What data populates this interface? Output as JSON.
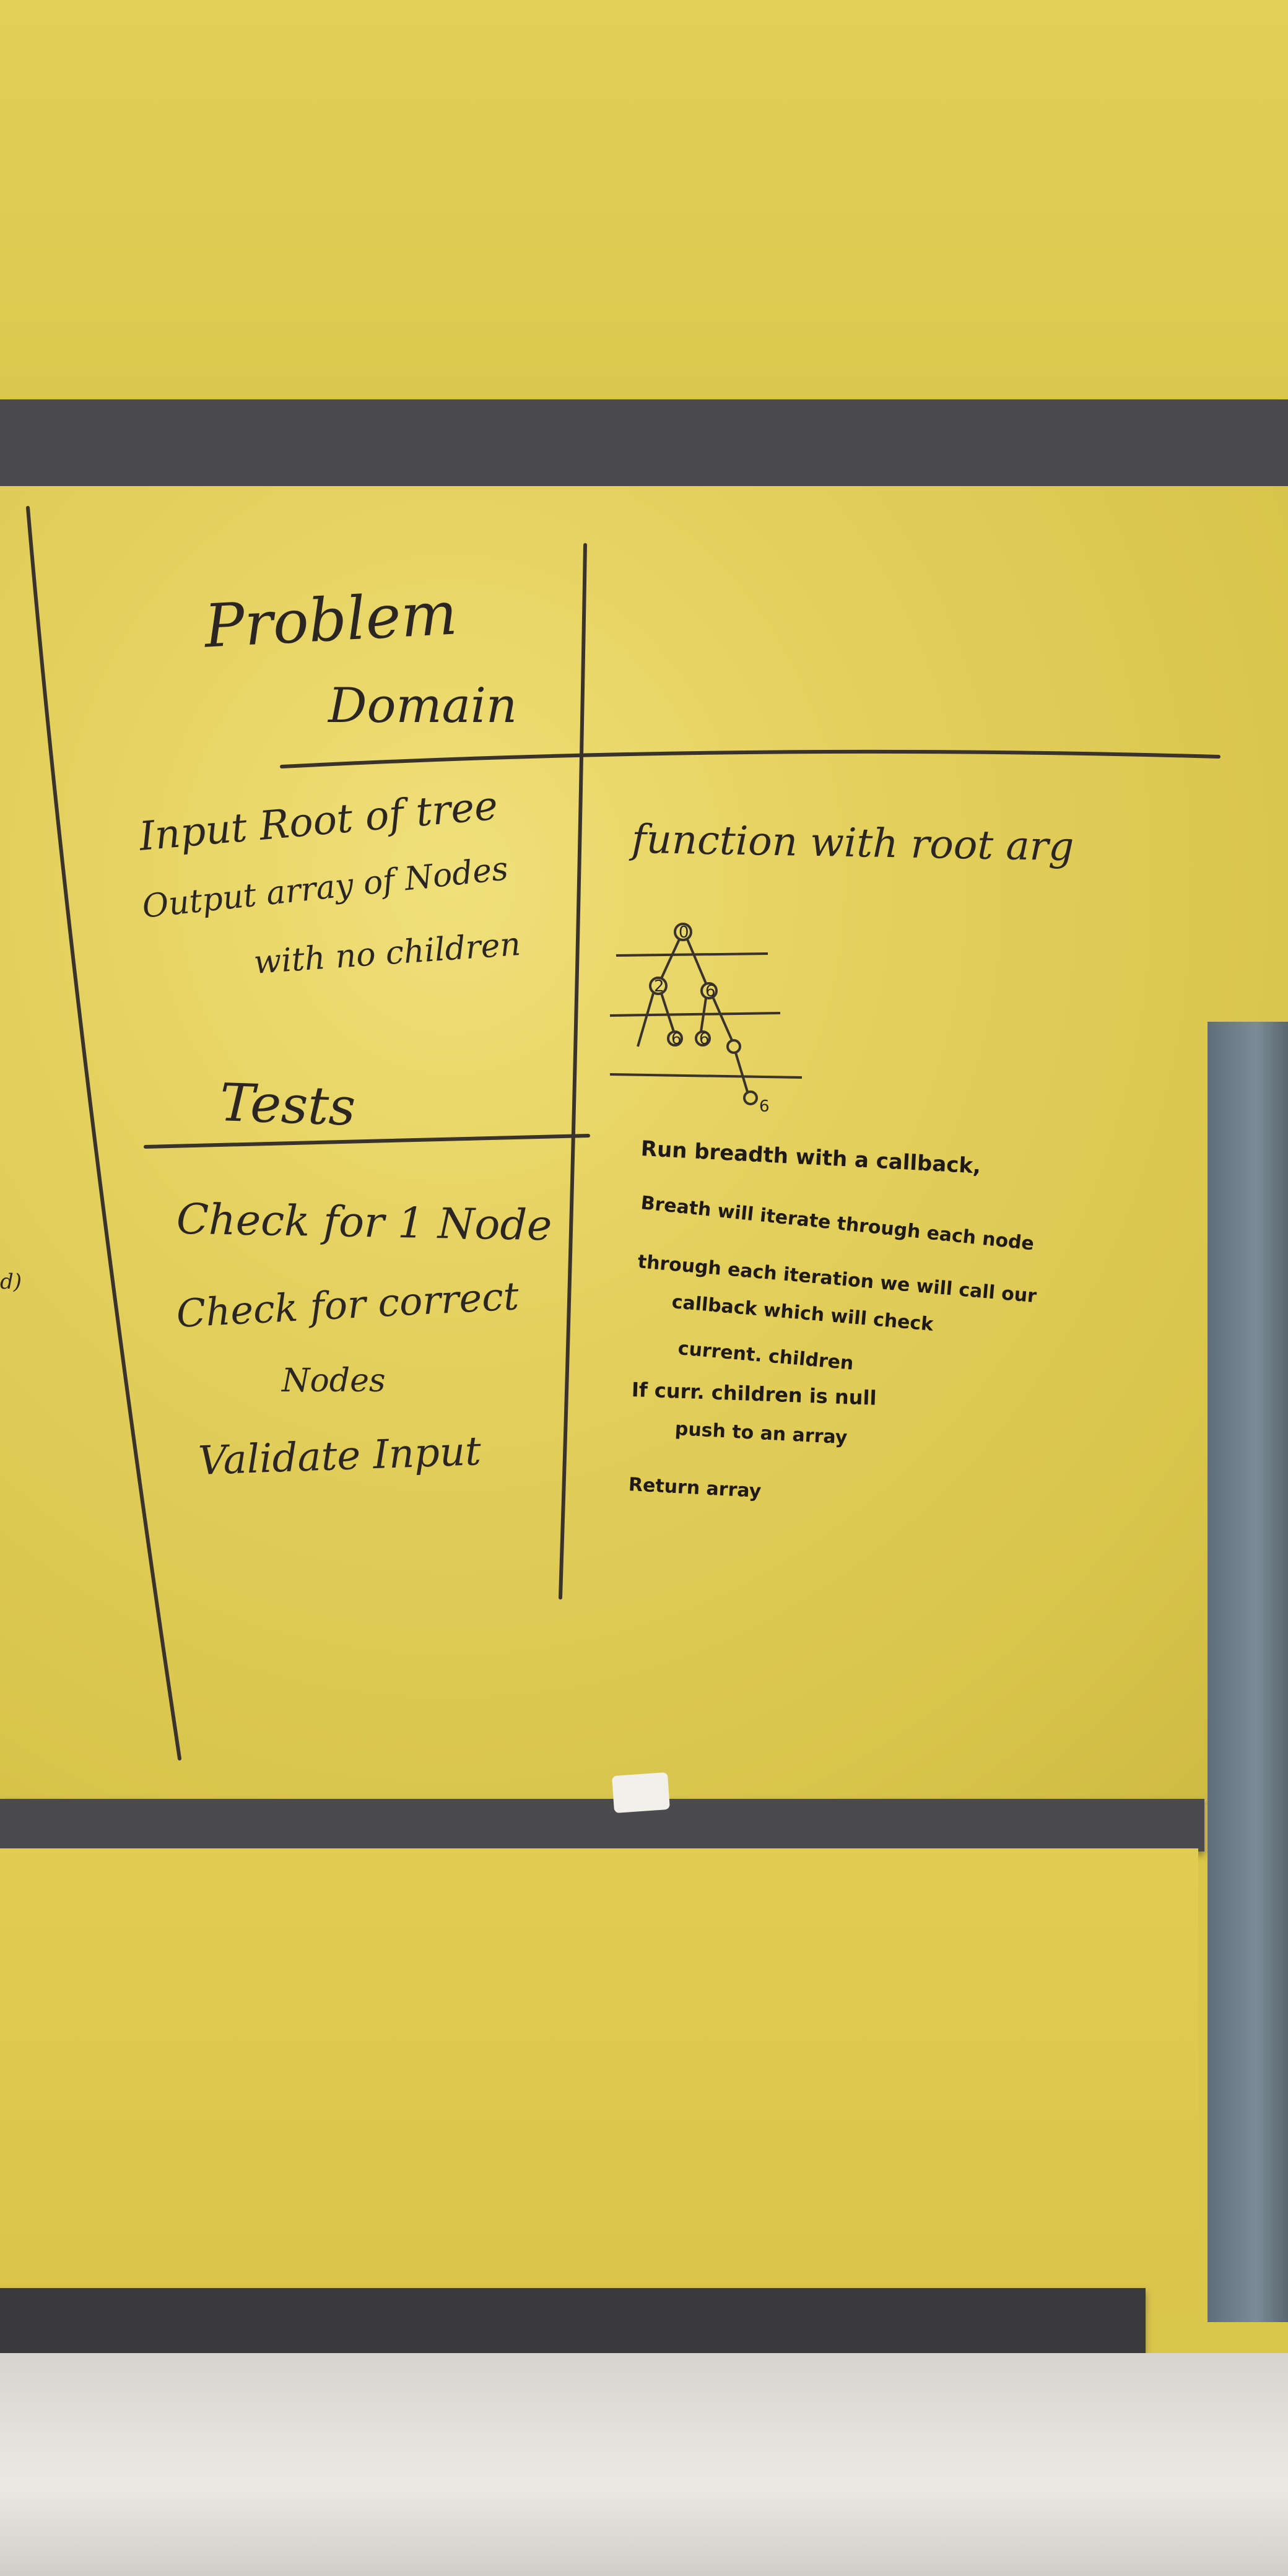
{
  "whiteboard": {
    "problem_domain": {
      "title_line1": "Problem",
      "title_line2": "Domain",
      "input_line": "Input Root of tree",
      "output_line1": "Output array of Nodes",
      "output_line2": "with no children"
    },
    "tests": {
      "heading": "Tests",
      "items": [
        "Check for 1 Node",
        "Check for correct",
        "Nodes",
        "Validate Input"
      ]
    },
    "approach": {
      "heading": "function with root arg",
      "tree_labels": [
        "0",
        "2",
        "6",
        "6",
        "6",
        "6"
      ],
      "notes": [
        "Run breadth with a callback,",
        "Breath will iterate through each node",
        "through each iteration we will call our",
        "callback which will check",
        "current. children",
        "If curr. children is null",
        "push to an array",
        "Return array"
      ]
    },
    "edge_fragment": "d)"
  }
}
